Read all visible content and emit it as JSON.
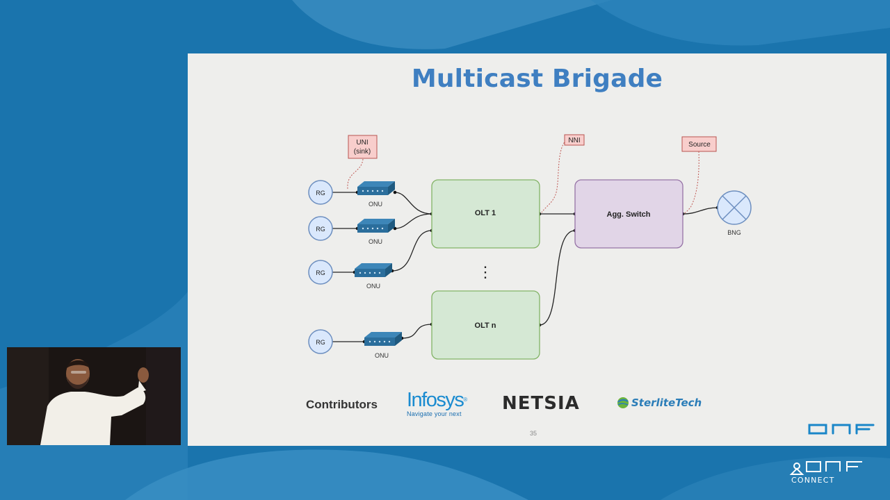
{
  "slide": {
    "title": "Multicast Brigade",
    "page_number": "35"
  },
  "diagram": {
    "rg_label": "RG",
    "onu_label": "ONU",
    "olt1_label": "OLT 1",
    "oltn_label": "OLT n",
    "agg_label": "Agg. Switch",
    "bng_label": "BNG",
    "uni_label_line1": "UNI",
    "uni_label_line2": "(sink)",
    "nni_label": "NNI",
    "source_label": "Source",
    "ellipsis": "⋮",
    "colors": {
      "olt_fill": "#d5e8d4",
      "olt_stroke": "#82b366",
      "agg_fill": "#e1d5e7",
      "agg_stroke": "#9673a6",
      "rg_fill": "#dae8fc",
      "rg_stroke": "#6c8ebf",
      "callout_fill": "#f8cecc",
      "callout_stroke": "#b85450",
      "onu_color": "#2b6e9c"
    }
  },
  "footer": {
    "contributors_label": "Contributors",
    "infosys_name": "Infosys",
    "infosys_tagline": "Navigate your next",
    "netsia": "NETSIA",
    "sterlite": "SterliteTech",
    "onf_logo": "ONF"
  },
  "event": {
    "logo_line1": "ONF",
    "logo_line2": "CONNECT"
  }
}
